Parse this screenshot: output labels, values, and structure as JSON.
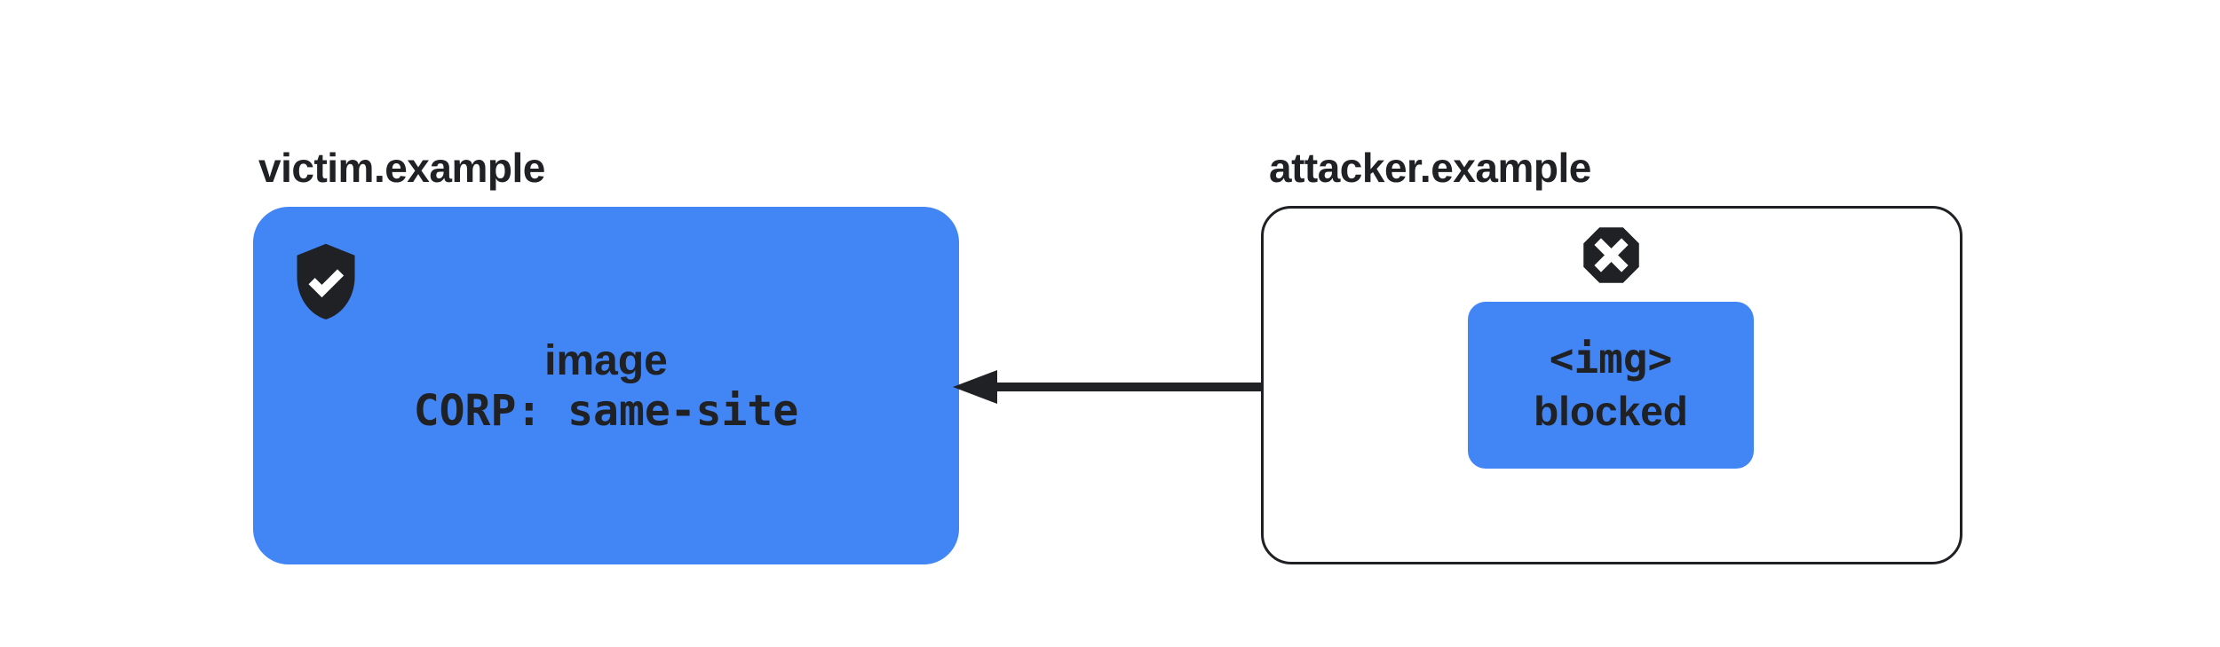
{
  "colors": {
    "accent_blue": "#4285F4",
    "ink": "#202124",
    "background": "#ffffff"
  },
  "victim": {
    "title": "victim.example",
    "resource_label": "image",
    "corp_header": "CORP: same-site",
    "icon": "shield-check-icon"
  },
  "attacker": {
    "title": "attacker.example",
    "request_tag": "<img>",
    "request_status": "blocked",
    "icon": "octagon-x-icon"
  },
  "arrow": {
    "direction": "right-to-left",
    "from": "attacker request box",
    "to": "victim.example box"
  }
}
